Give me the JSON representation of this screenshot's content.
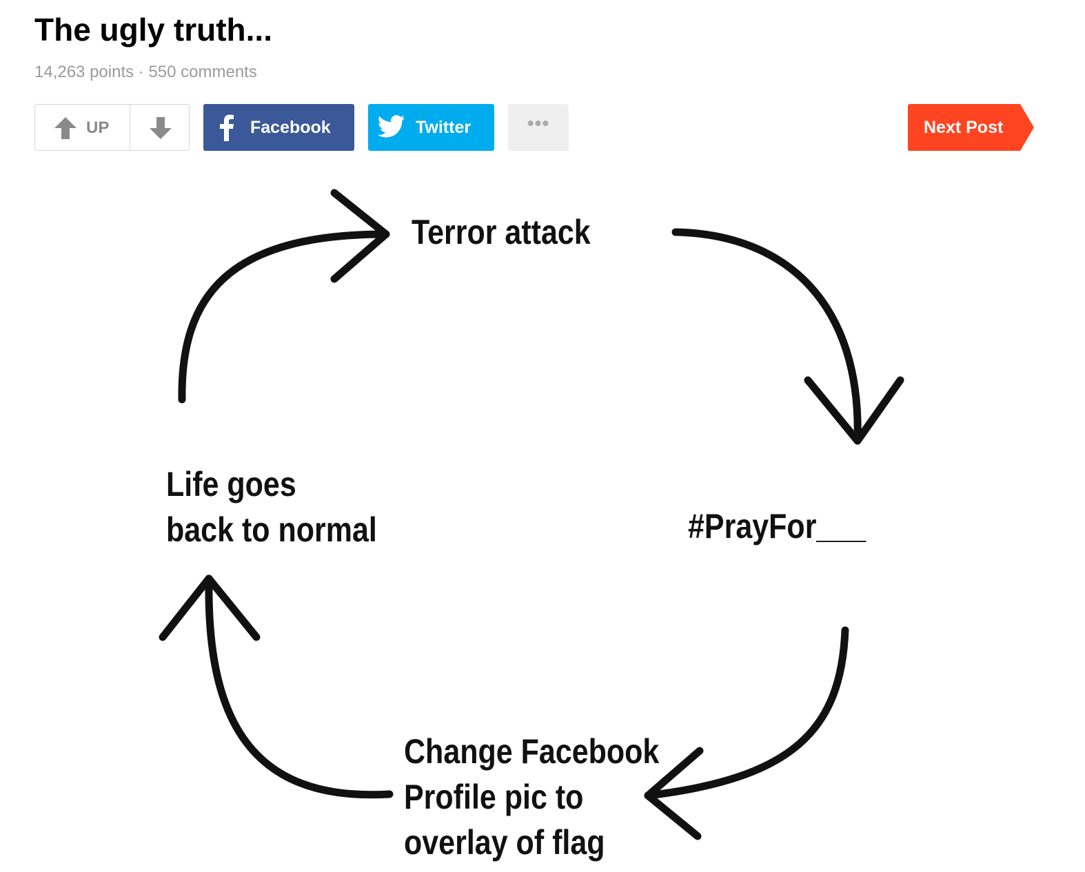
{
  "post": {
    "title": "The ugly truth...",
    "meta": "14,263 points · 550 comments"
  },
  "toolbar": {
    "upvote_label": "UP",
    "facebook_label": "Facebook",
    "twitter_label": "Twitter",
    "more_label": "•••",
    "next_label": "Next Post"
  },
  "colors": {
    "facebook": "#3b5998",
    "twitter": "#00aced",
    "next_post": "#ff4422",
    "meta_text": "#9a9a9a"
  },
  "meme": {
    "step1": "Terror attack",
    "step2": "#PrayFor___",
    "step3_line1": "Change Facebook",
    "step3_line2": "Profile pic to",
    "step3_line3": "overlay of flag",
    "step4_line1": "Life goes",
    "step4_line2": "back to normal"
  }
}
